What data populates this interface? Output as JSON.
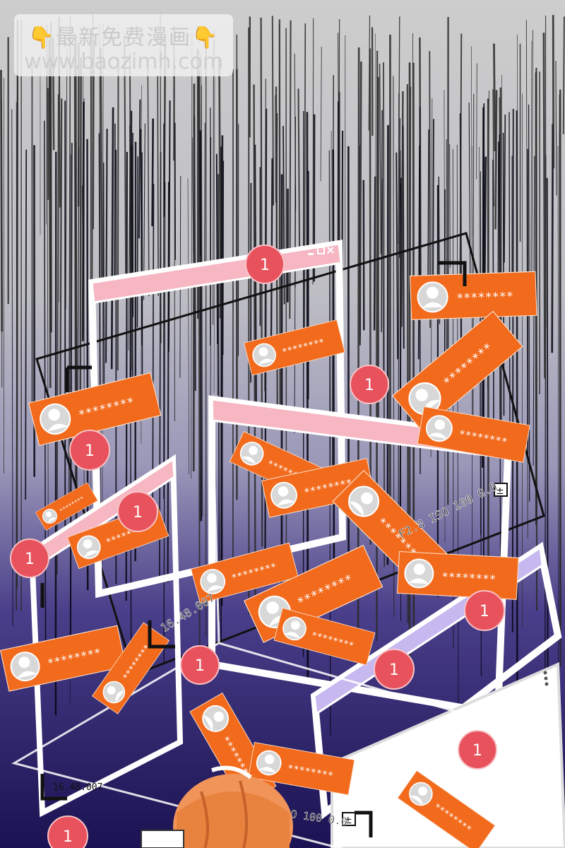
{
  "watermark": {
    "line1": "👇最新免费漫画👇",
    "line2": "www.baozimh.com"
  },
  "notifications": {
    "badge_count": "1",
    "masked_name": "********",
    "card_color": "#f26a1c",
    "badge_color": "#e8525c"
  },
  "camera_hud": {
    "timestamp": "16.48.007",
    "exposure": "F2.8 ISO 100 0.0"
  },
  "icons": [
    "avatar-icon",
    "minimize-icon",
    "maximize-icon",
    "close-icon",
    "exposure-plus-minus-icon",
    "menu-dots-icon"
  ],
  "colors": {
    "sky_top": "#c9c9c9",
    "sky_bottom": "#1d155a",
    "window_frame": "#ffffff",
    "window_titlebar": "#f6b7c3",
    "window_titlebar_alt": "#c7b8f0"
  }
}
